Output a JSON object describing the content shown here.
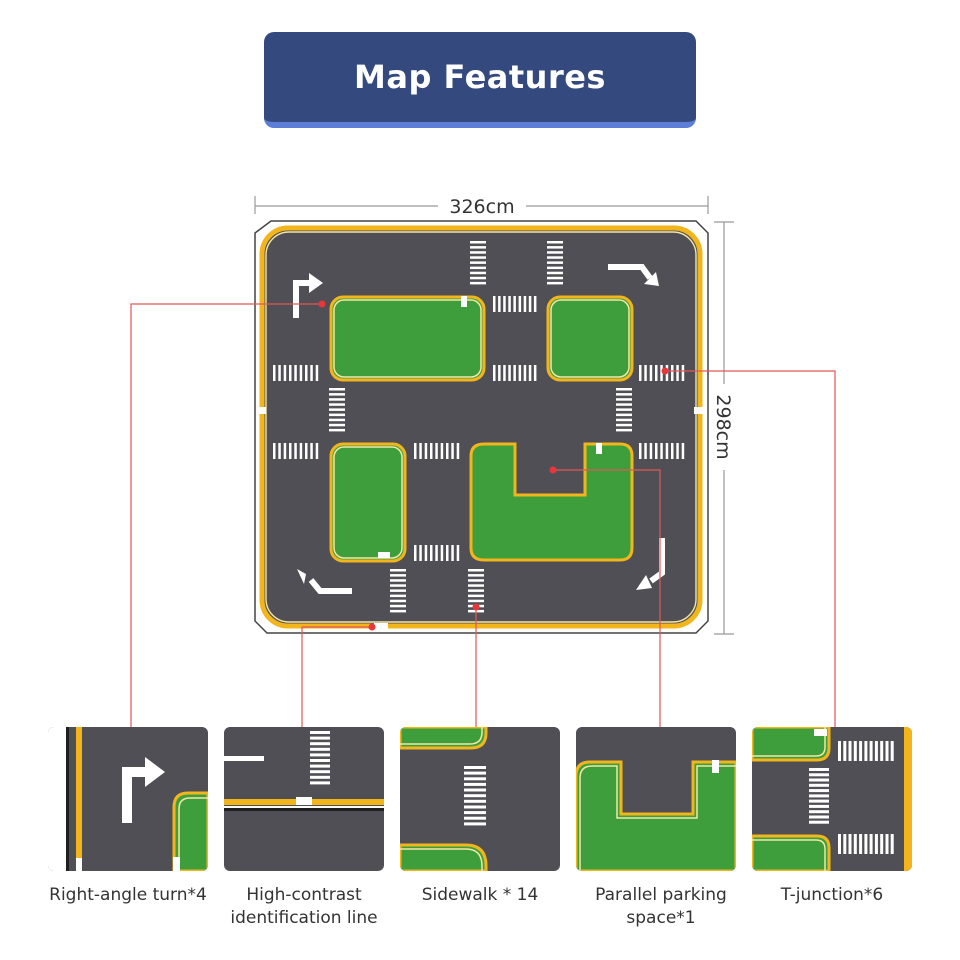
{
  "title": "Map Features",
  "dimensions": {
    "width": "326cm",
    "height": "298cm"
  },
  "features": [
    {
      "id": "right-angle-turn",
      "label": "Right-angle turn*4"
    },
    {
      "id": "high-contrast-line",
      "label": "High-contrast identification line"
    },
    {
      "id": "sidewalk",
      "label": "Sidewalk * 14"
    },
    {
      "id": "parallel-parking",
      "label": "Parallel parking space*1"
    },
    {
      "id": "t-junction",
      "label": "T-junction*6"
    }
  ],
  "colors": {
    "road": "#4f4f55",
    "border": "#f2b51c",
    "grass": "#3e9e3c",
    "curb": "#f4e6a6",
    "leader": "#e25757",
    "marker": "#e8363b",
    "banner": "#344a7f",
    "banner_shadow": "#5d7ed6"
  }
}
